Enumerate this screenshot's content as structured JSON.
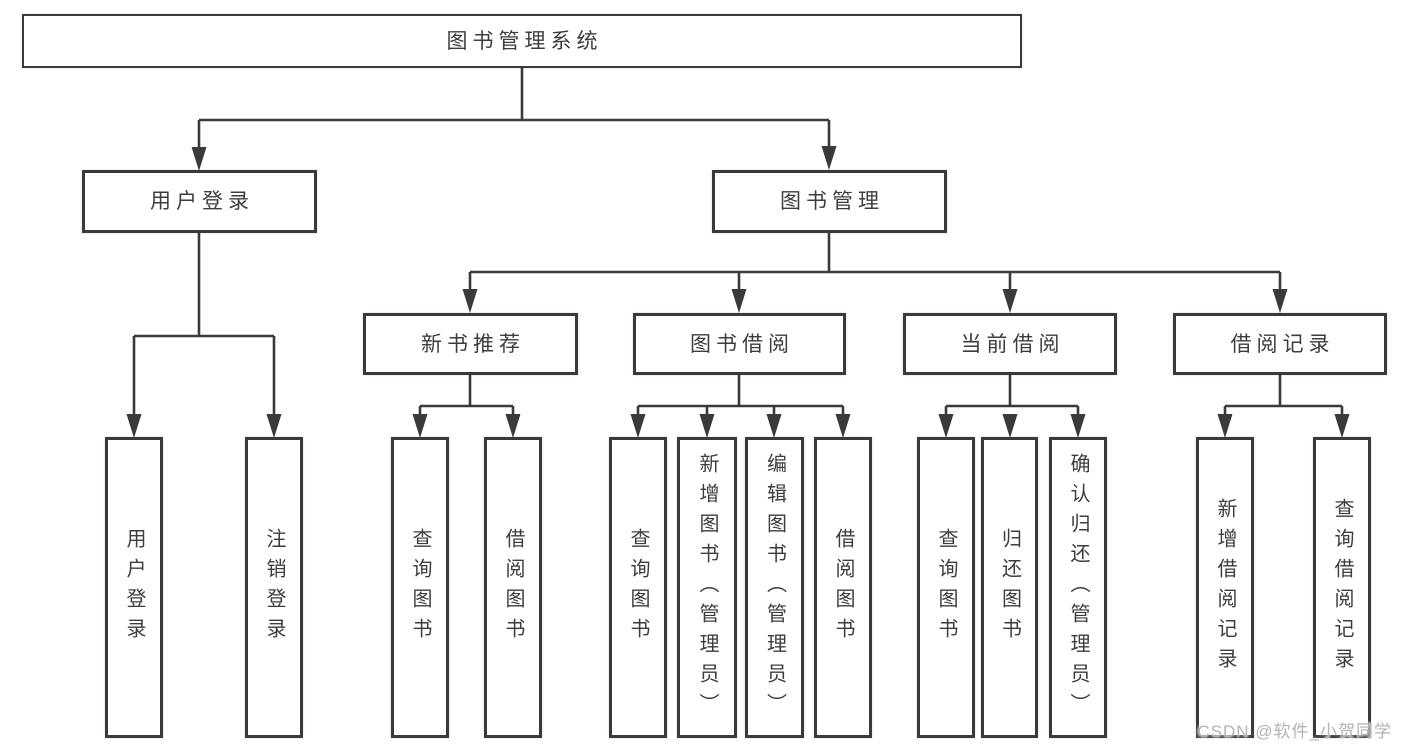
{
  "diagram": {
    "root_label": "图书管理系统",
    "branches": [
      {
        "label": "用户登录",
        "children": [
          {
            "label": "用户登录"
          },
          {
            "label": "注销登录"
          }
        ]
      },
      {
        "label": "图书管理",
        "children": [
          {
            "label": "新书推荐",
            "children": [
              {
                "label": "查询图书"
              },
              {
                "label": "借阅图书"
              }
            ]
          },
          {
            "label": "图书借阅",
            "children": [
              {
                "label": "查询图书"
              },
              {
                "label": "新增图书（管理员）"
              },
              {
                "label": "编辑图书（管理员）"
              },
              {
                "label": "借阅图书"
              }
            ]
          },
          {
            "label": "当前借阅",
            "children": [
              {
                "label": "查询图书"
              },
              {
                "label": "归还图书"
              },
              {
                "label": "确认归还（管理员）"
              }
            ]
          },
          {
            "label": "借阅记录",
            "children": [
              {
                "label": "新增借阅记录"
              },
              {
                "label": "查询借阅记录"
              }
            ]
          }
        ]
      }
    ]
  },
  "watermark": {
    "text": "CSDN @软件_小贺同学"
  },
  "colors": {
    "line": "#3a3a3a",
    "box_border": "#3a3a3a",
    "text": "#3d3d3d",
    "watermark": "#b3b3b3",
    "background": "#ffffff"
  }
}
